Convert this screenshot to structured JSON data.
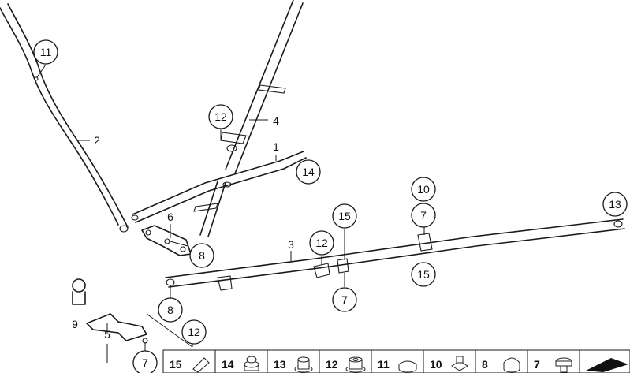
{
  "callouts": [
    {
      "id": "c11",
      "label": "11",
      "circled": true
    },
    {
      "id": "c12a",
      "label": "12",
      "circled": true
    },
    {
      "id": "c4",
      "label": "4",
      "circled": false
    },
    {
      "id": "c2",
      "label": "2",
      "circled": false
    },
    {
      "id": "c1",
      "label": "1",
      "circled": false
    },
    {
      "id": "c14",
      "label": "14",
      "circled": true
    },
    {
      "id": "c6",
      "label": "6",
      "circled": false
    },
    {
      "id": "c8a",
      "label": "8",
      "circled": true
    },
    {
      "id": "c10",
      "label": "10",
      "circled": true
    },
    {
      "id": "c7a",
      "label": "7",
      "circled": true
    },
    {
      "id": "c13",
      "label": "13",
      "circled": true
    },
    {
      "id": "c15a",
      "label": "15",
      "circled": true
    },
    {
      "id": "c3",
      "label": "3",
      "circled": false
    },
    {
      "id": "c12b",
      "label": "12",
      "circled": true
    },
    {
      "id": "c15b",
      "label": "15",
      "circled": true
    },
    {
      "id": "c7b",
      "label": "7",
      "circled": true
    },
    {
      "id": "c8b",
      "label": "8",
      "circled": true
    },
    {
      "id": "c9",
      "label": "9",
      "circled": false
    },
    {
      "id": "c5",
      "label": "5",
      "circled": false
    },
    {
      "id": "c12c",
      "label": "12",
      "circled": true
    },
    {
      "id": "c7c",
      "label": "7",
      "circled": true
    }
  ],
  "legend": [
    {
      "label": "15",
      "icon": "clip-icon"
    },
    {
      "label": "14",
      "icon": "hex-nut-icon"
    },
    {
      "label": "13",
      "icon": "flange-nut-icon"
    },
    {
      "label": "12",
      "icon": "push-nut-icon"
    },
    {
      "label": "11",
      "icon": "cap-nut-icon"
    },
    {
      "label": "10",
      "icon": "square-nut-icon"
    },
    {
      "label": "8",
      "icon": "dome-nut-icon"
    },
    {
      "label": "7",
      "icon": "bolt-icon"
    }
  ],
  "legend_arrow_icon": "arrow-wedge-icon"
}
